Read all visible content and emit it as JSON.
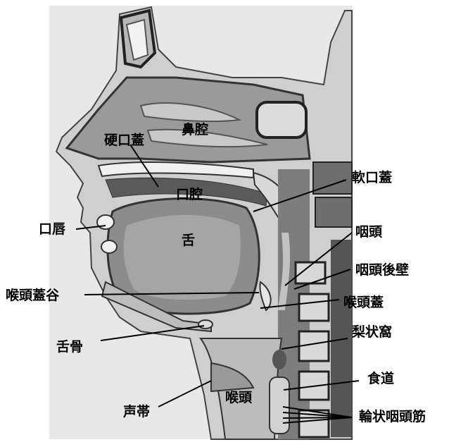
{
  "labels": {
    "nasal_cavity": "鼻腔",
    "hard_palate": "硬口蓋",
    "oral_cavity": "口腔",
    "soft_palate": "軟口蓋",
    "lips": "口唇",
    "tongue": "舌",
    "pharynx": "咽頭",
    "posterior_pharyngeal_wall": "咽頭後壁",
    "vallecula": "喉頭蓋谷",
    "epiglottis": "喉頭蓋",
    "hyoid": "舌骨",
    "piriform_sinus": "梨状窩",
    "esophagus": "食道",
    "larynx": "喉頭",
    "vocal_cords": "声帯",
    "cricopharyngeus": "輪状咽頭筋"
  }
}
